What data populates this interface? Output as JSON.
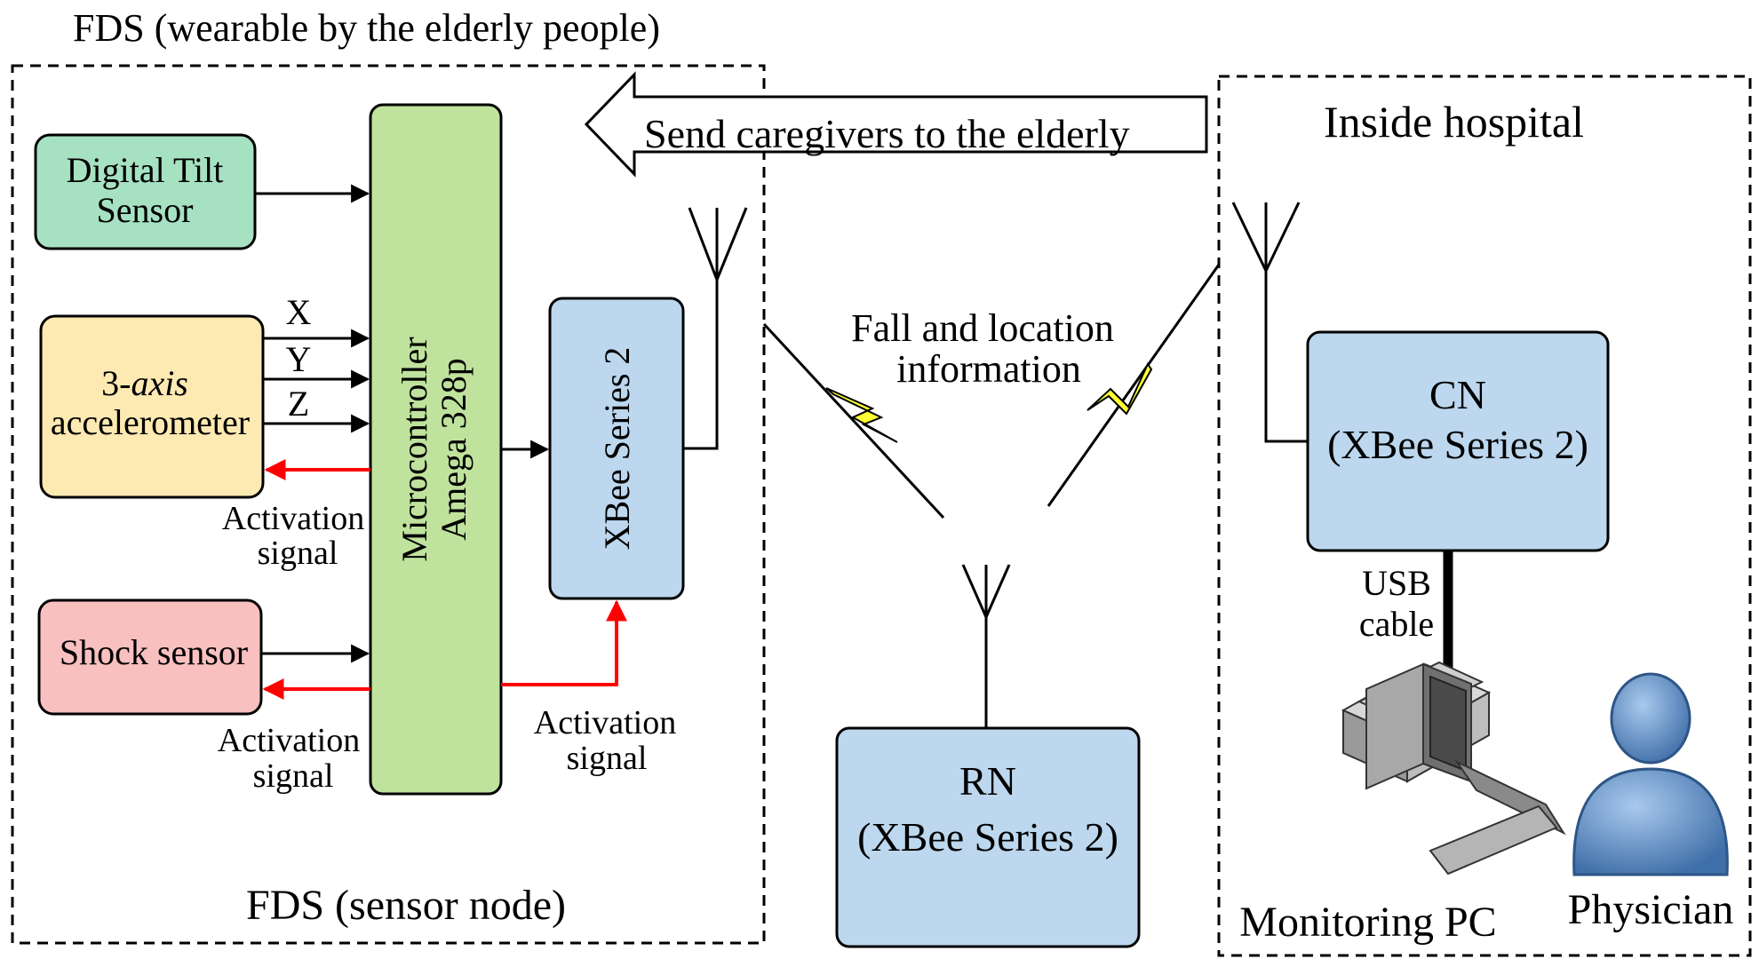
{
  "diagram": {
    "fds_wearable_label": "FDS (wearable by the elderly people)",
    "fds_sensor_node_label": "FDS (sensor node)",
    "hospital_label": "Inside hospital",
    "send_caregivers_label": "Send caregivers to the elderly",
    "fall_location_line1": "Fall and location",
    "fall_location_line2": "information",
    "tilt_sensor_line1": "Digital Tilt",
    "tilt_sensor_line2": "Sensor",
    "accel_line1_prefix": "3-",
    "accel_line1_italic": "axis",
    "accel_line2": "accelerometer",
    "axis_x": "X",
    "axis_y": "Y",
    "axis_z": "Z",
    "shock_sensor": "Shock sensor",
    "mcu_line1": "Microcontroller",
    "mcu_line2": "Amega 328p",
    "xbee_label": "XBee Series 2",
    "activation_line1": "Activation",
    "activation_line2": "signal",
    "rn_line1": "RN",
    "rn_line2": "(XBee Series 2)",
    "cn_line1": "CN",
    "cn_line2": "(XBee Series 2)",
    "usb_line1": "USB",
    "usb_line2": "cable",
    "monitoring_pc": "Monitoring PC",
    "physician": "Physician"
  },
  "colors": {
    "tilt_fill": "#a6e2c2",
    "accel_fill": "#fde9b2",
    "shock_fill": "#f9c0c0",
    "mcu_fill": "#bfe29d",
    "xbee_fill": "#bcd7ee",
    "lightning": "#ffff33",
    "activation_arrow": "#ff0000",
    "person": "#5b8fc7"
  }
}
